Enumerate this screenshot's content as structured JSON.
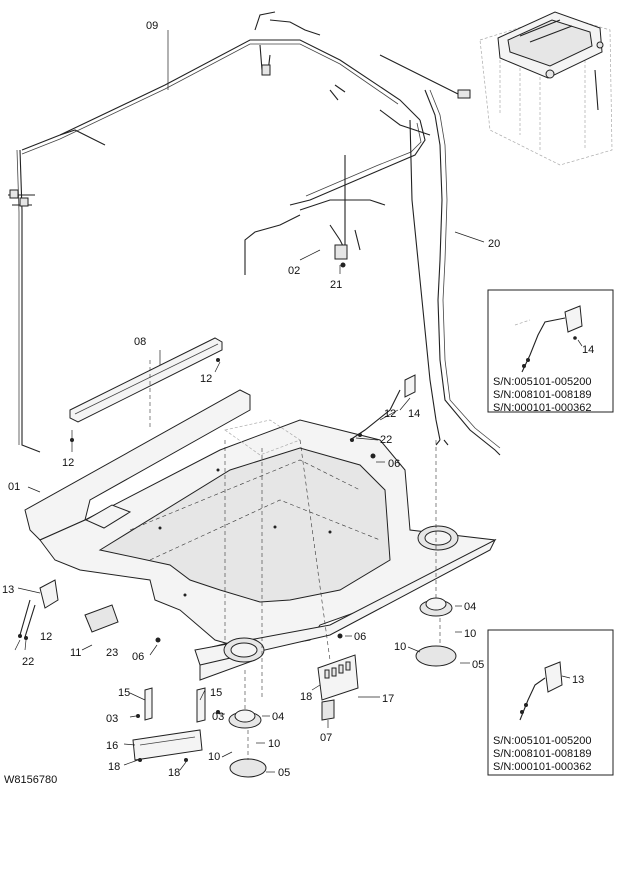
{
  "figure_code": "W8156780",
  "callouts": {
    "c01": "01",
    "c02": "02",
    "c03a": "03",
    "c03b": "03",
    "c04a": "04",
    "c04b": "04",
    "c05a": "05",
    "c05b": "05",
    "c06a": "06",
    "c06b": "06",
    "c06c": "06",
    "c07": "07",
    "c08": "08",
    "c09": "09",
    "c10a": "10",
    "c10b": "10",
    "c10c": "10",
    "c10d": "10",
    "c11": "11",
    "c12a": "12",
    "c12b": "12",
    "c12c": "12",
    "c12d": "12",
    "c13a": "13",
    "c13b": "13",
    "c14a": "14",
    "c14b": "14",
    "c15a": "15",
    "c15b": "15",
    "c16": "16",
    "c17": "17",
    "c18a": "18",
    "c18b": "18",
    "c18c": "18",
    "c20": "20",
    "c21": "21",
    "c22a": "22",
    "c22b": "22",
    "c23": "23"
  },
  "inset_top": {
    "callout": "14",
    "serials": [
      "S/N:005101-005200",
      "S/N:008101-008189",
      "S/N:000101-000362"
    ]
  },
  "inset_bottom": {
    "callout": "13",
    "serials": [
      "S/N:005101-005200",
      "S/N:008101-008189",
      "S/N:000101-000362"
    ]
  }
}
